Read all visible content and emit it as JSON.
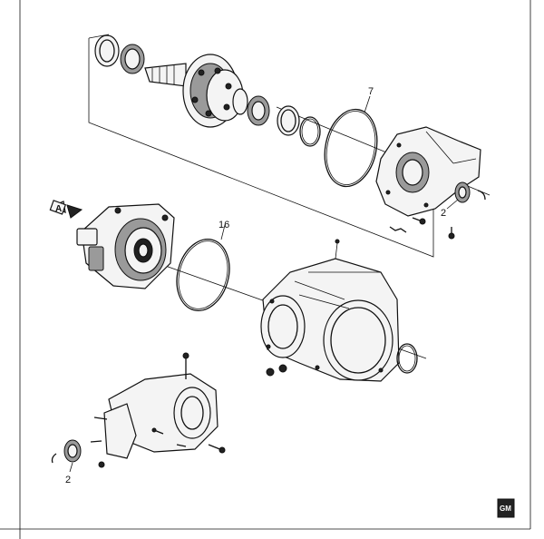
{
  "callouts": {
    "ring_upper": "7",
    "ring_middle": "16",
    "seal_right": "2",
    "seal_left": "2"
  },
  "view_marker": "A",
  "logo": "GM"
}
